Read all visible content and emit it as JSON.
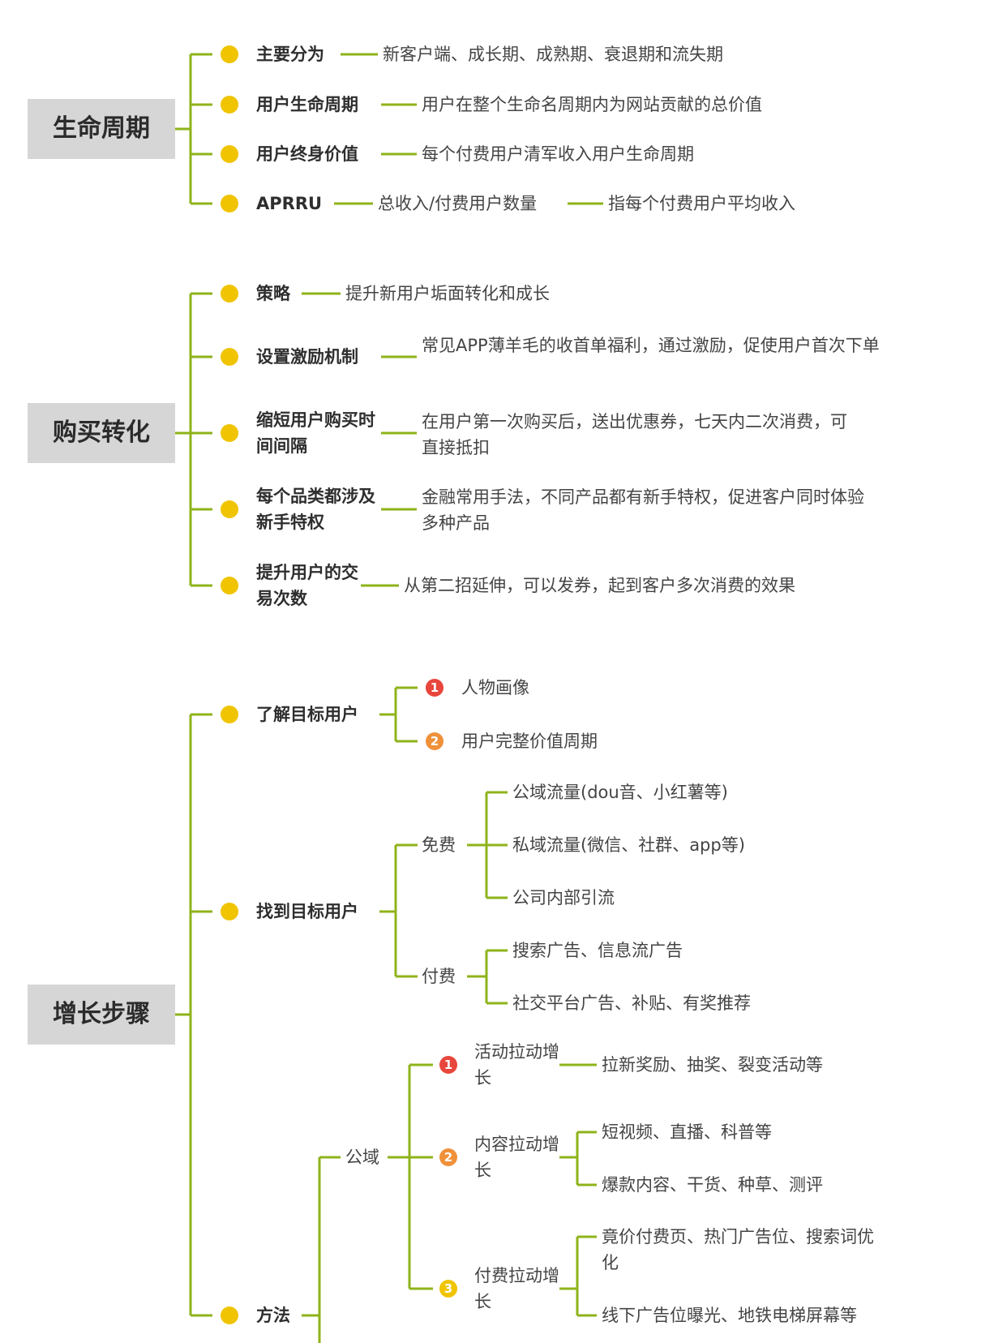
{
  "colors": {
    "line": "#8fb31a",
    "bullet": "#f0c400",
    "topic_bg": "#d6d6d6",
    "num1": "#e8453c",
    "num2": "#f0913a",
    "num3": "#f0c400"
  },
  "lifecycle": {
    "title": "生命周期",
    "items": [
      {
        "key": "主要分为",
        "value": "新客户端、成长期、成熟期、衰退期和流失期"
      },
      {
        "key": "用户生命周期",
        "value": "用户在整个生命名周期内为网站贡献的总价值"
      },
      {
        "key": "用户终身价值",
        "value": "每个付费用户清军收入用户生命周期"
      },
      {
        "key": "APRRU",
        "value": "总收入/付费用户数量",
        "value2": "指每个付费用户平均收入"
      }
    ]
  },
  "conversion": {
    "title": "购买转化",
    "items": [
      {
        "key": "策略",
        "value": "提升新用户垢面转化和成长"
      },
      {
        "key": "设置激励机制",
        "value": "常见APP薄羊毛的收首单福利，通过激励，促使用户首次下单"
      },
      {
        "key": "缩短用户购买时间间隔",
        "value": "在用户第一次购买后，送出优惠券，七天内二次消费，可直接抵扣"
      },
      {
        "key": "每个品类都涉及新手特权",
        "value": "金融常用手法，不同产品都有新手特权，促进客户同时体验多种产品"
      },
      {
        "key": "提升用户的交易次数",
        "value": "从第二招延伸，可以发券，起到客户多次消费的效果"
      }
    ]
  },
  "growth": {
    "title": "增长步骤",
    "understand": {
      "key": "了解目标用户",
      "children": [
        "人物画像",
        "用户完整价值周期"
      ]
    },
    "find": {
      "key": "找到目标用户",
      "free": {
        "label": "免费",
        "children": [
          "公域流量(dou音、小红薯等)",
          "私域流量(微信、社群、app等)",
          "公司内部引流"
        ]
      },
      "paid": {
        "label": "付费",
        "children": [
          "搜索广告、信息流广告",
          "社交平台广告、补贴、有奖推荐"
        ]
      }
    },
    "method": {
      "key": "方法",
      "public": {
        "label": "公域",
        "activity": {
          "label": "活动拉动增长",
          "children": [
            "拉新奖励、抽奖、裂变活动等"
          ]
        },
        "content": {
          "label": "内容拉动增长",
          "children": [
            "短视频、直播、科普等",
            "爆款内容、干货、种草、测评"
          ]
        },
        "paid": {
          "label": "付费拉动增长",
          "children": [
            "竟价付费页、热门广告位、搜索词优化",
            "线下广告位曝光、地铁电梯屏幕等"
          ]
        }
      }
    }
  }
}
